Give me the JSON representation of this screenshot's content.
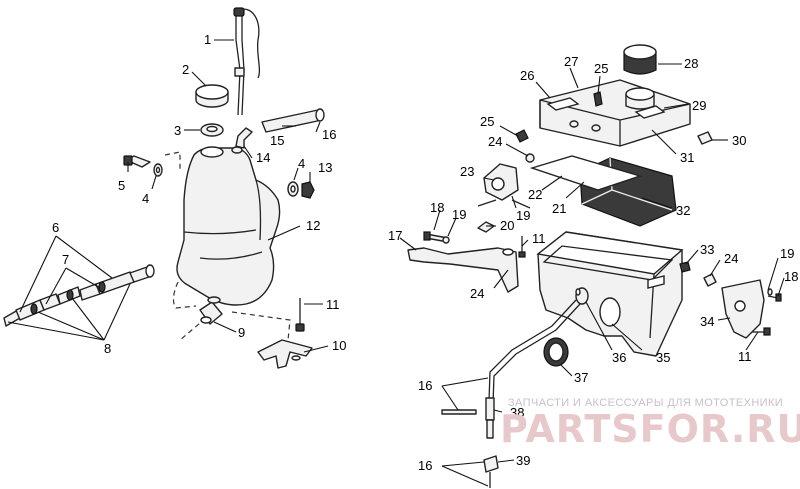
{
  "callouts": {
    "c1": "1",
    "c2": "2",
    "c3": "3",
    "c4a": "4",
    "c4b": "4",
    "c5": "5",
    "c6": "6",
    "c7": "7",
    "c8": "8",
    "c9": "9",
    "c10": "10",
    "c11a": "11",
    "c12": "12",
    "c13": "13",
    "c14": "14",
    "c15": "15",
    "c16a": "16",
    "c16b": "16",
    "c16c": "16",
    "c17": "17",
    "c18a": "18",
    "c18b": "18",
    "c19a": "19",
    "c19b": "19",
    "c19c": "19",
    "c20": "20",
    "c21": "21",
    "c22": "22",
    "c23": "23",
    "c24a": "24",
    "c24b": "24",
    "c24c": "24",
    "c25a": "25",
    "c25b": "25",
    "c26": "26",
    "c27": "27",
    "c28": "28",
    "c29": "29",
    "c30": "30",
    "c31": "31",
    "c32": "32",
    "c33": "33",
    "c34": "34",
    "c35": "35",
    "c36": "36",
    "c37": "37",
    "c38": "38",
    "c39": "39",
    "c11b": "11",
    "c11c": "11"
  },
  "watermark": {
    "tagline": "ЗАПЧАСТИ И АКСЕССУАРЫ ДЛЯ МОТОТЕХНИКИ",
    "brand": "PARTSFOR.RU"
  }
}
